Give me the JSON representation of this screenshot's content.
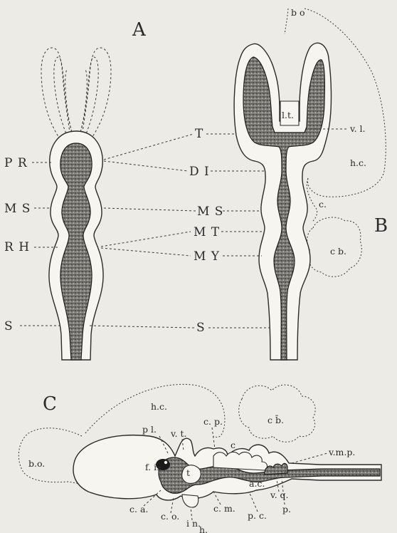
{
  "panels": {
    "A": {
      "letter": "A",
      "labels": {
        "pr": "P R",
        "ms": "M S",
        "rh": "R H",
        "s": "S"
      }
    },
    "B": {
      "letter": "B",
      "labels": {
        "bo": "b o",
        "lt": "l.t.",
        "vl": "v. l.",
        "hc": "h.c.",
        "c": "c.",
        "cb": "c b.",
        "t": "T",
        "di": "D I",
        "ms": "M S",
        "mt": "M T",
        "my": "M Y",
        "s": "S"
      }
    },
    "C": {
      "letter": "C",
      "labels": {
        "bo": "b.o.",
        "hc": "h.c.",
        "pl": "p l.",
        "vt": "v. t.",
        "cp": "c. p.",
        "cb": "c b̄.",
        "c": "c",
        "fi": "f. i.",
        "t": "t",
        "ac": "a.c.",
        "vmp": "v.m.p.",
        "vq": "v. q.",
        "ca": "c. a.",
        "co": "c. o.",
        "in": "i n.",
        "h": "h.",
        "cm": "c. m.",
        "pc": "p. c.",
        "p": "p."
      }
    }
  }
}
